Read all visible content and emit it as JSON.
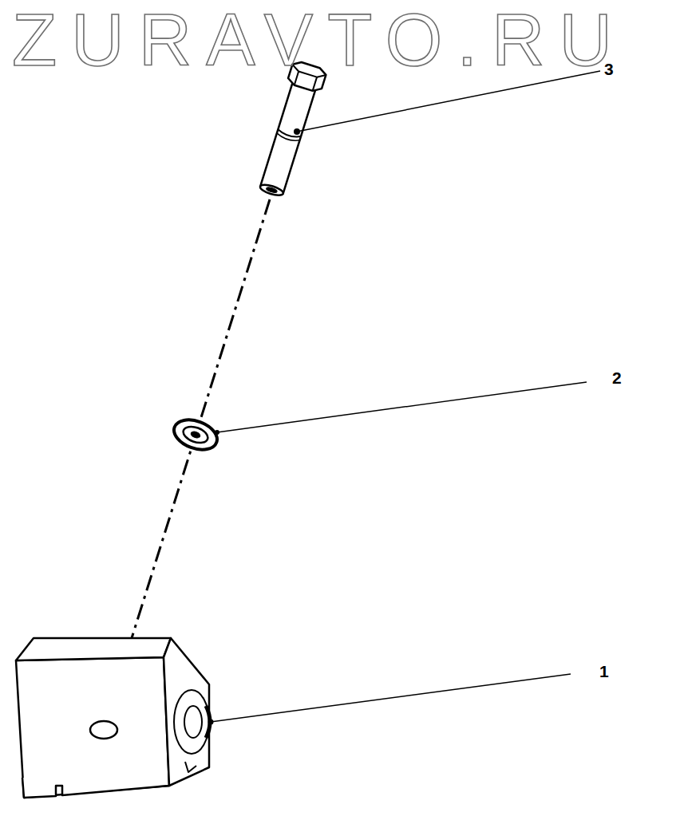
{
  "diagram": {
    "labels": [
      "ZURAVTO.RU",
      "3",
      "2",
      "1"
    ]
  }
}
